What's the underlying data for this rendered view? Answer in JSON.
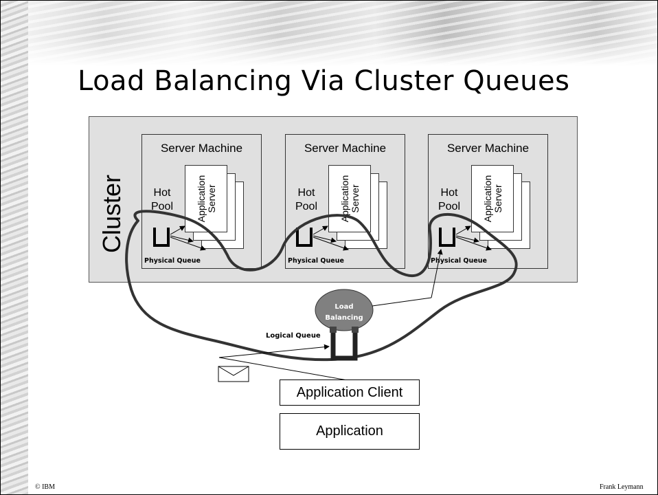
{
  "title": "Load Balancing Via Cluster Queues",
  "cluster_label": "Cluster",
  "servers": [
    {
      "machine_label": "Server Machine",
      "app_server_label": "Application Server",
      "hot_pool_label": "Hot Pool",
      "physical_queue_label": "Physical Queue"
    },
    {
      "machine_label": "Server Machine",
      "app_server_label": "Application Server",
      "hot_pool_label": "Hot Pool",
      "physical_queue_label": "Physical Queue"
    },
    {
      "machine_label": "Server Machine",
      "app_server_label": "Application Server",
      "hot_pool_label": "Hot Pool",
      "physical_queue_label": "Physical Queue"
    }
  ],
  "load_balancing_label": "Load Balancing",
  "logical_queue_label": "Logical Queue",
  "application_client_label": "Application Client",
  "application_label": "Application",
  "footer": {
    "left": "© IBM",
    "right": "Frank Leymann"
  },
  "icons": {
    "message": "envelope-icon",
    "queue": "queue-icon"
  },
  "colors": {
    "cluster_fill": "#e0e0e0",
    "load_balancer_fill": "#808080",
    "route_stroke": "#333333"
  }
}
